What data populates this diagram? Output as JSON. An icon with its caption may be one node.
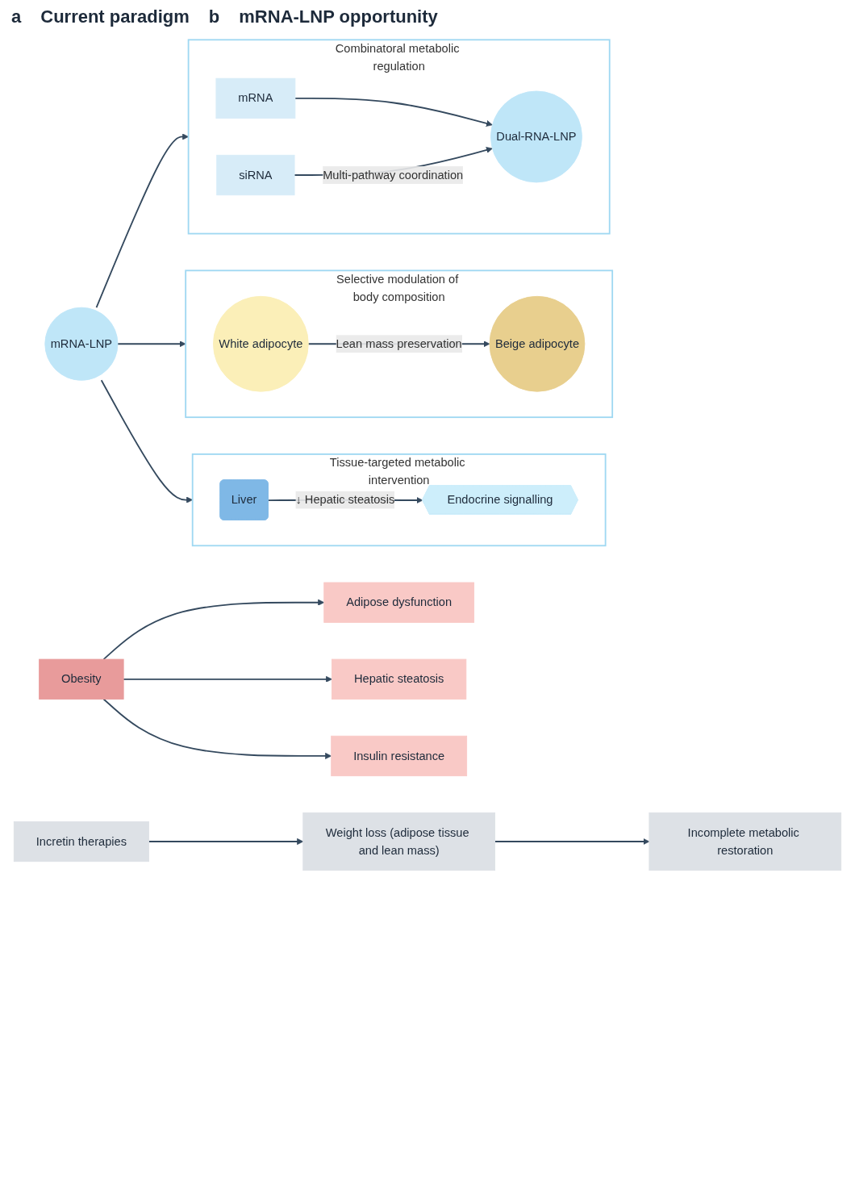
{
  "diagram": {
    "nodes": [
      {
        "text": [
          "Obesity"
        ]
      },
      {
        "text": [
          "Adipose dysfunction"
        ]
      },
      {
        "text": [
          "Hepatic steatosis"
        ]
      },
      {
        "text": [
          "Insulin resistance"
        ]
      },
      {
        "text": [
          "Incretin therapies"
        ]
      },
      {
        "text": [
          "Weight loss (adipose tissue and lean mass)"
        ]
      },
      {
        "text": [
          "Incomplete metabolic restoration"
        ]
      },
      {
        "text": [
          "mRNA-LNP"
        ]
      },
      {
        "text": [
          "Tissue-targeted metabolic intervention"
        ]
      },
      {
        "text": [
          "Liver"
        ],
        "in": 8
      },
      {
        "text": [
          "Endocrine signalling"
        ],
        "in": 8
      },
      {
        "text": [
          "Selective modulation of body composition"
        ]
      },
      {
        "text": [
          "White adipocyte"
        ],
        "in": 11
      },
      {
        "text": [
          "Beige adipocyte"
        ],
        "in": 11
      },
      {
        "text": [
          "Combinatoral metabolic regulation"
        ]
      },
      {
        "text": [
          "mRNA"
        ],
        "in": 14
      },
      {
        "text": [
          "siRNA"
        ],
        "in": 14
      },
      {
        "text": [
          "Dual-RNA-LNP"
        ],
        "in": 14
      }
    ],
    "edges": [
      {
        "from": 0,
        "to": 1,
        "arrow": "to"
      },
      {
        "from": 0,
        "to": 2,
        "arrow": "to"
      },
      {
        "from": 0,
        "to": 3,
        "arrow": "to"
      },
      {
        "from": 4,
        "to": 5,
        "arrow": "to"
      },
      {
        "from": 5,
        "to": 6,
        "arrow": "to"
      },
      {
        "from": 7,
        "to": 8,
        "arrow": "to"
      },
      {
        "from": 7,
        "to": 11,
        "arrow": "to"
      },
      {
        "from": 7,
        "to": 14,
        "arrow": "to"
      },
      {
        "from": 9,
        "to": 10,
        "arrow": "to",
        "label": "↓ Hepatic steatosis"
      },
      {
        "from": 12,
        "to": 13,
        "arrow": "to",
        "label": "Lean mass preservation"
      },
      {
        "from": 15,
        "to": 17,
        "arrow": "to"
      },
      {
        "from": 16,
        "to": 17,
        "arrow": "to",
        "label": "Multi-pathway coordination"
      }
    ],
    "labels": [
      "a",
      "Current paradigm",
      "b",
      "mRNA-LNP opportunity"
    ]
  }
}
